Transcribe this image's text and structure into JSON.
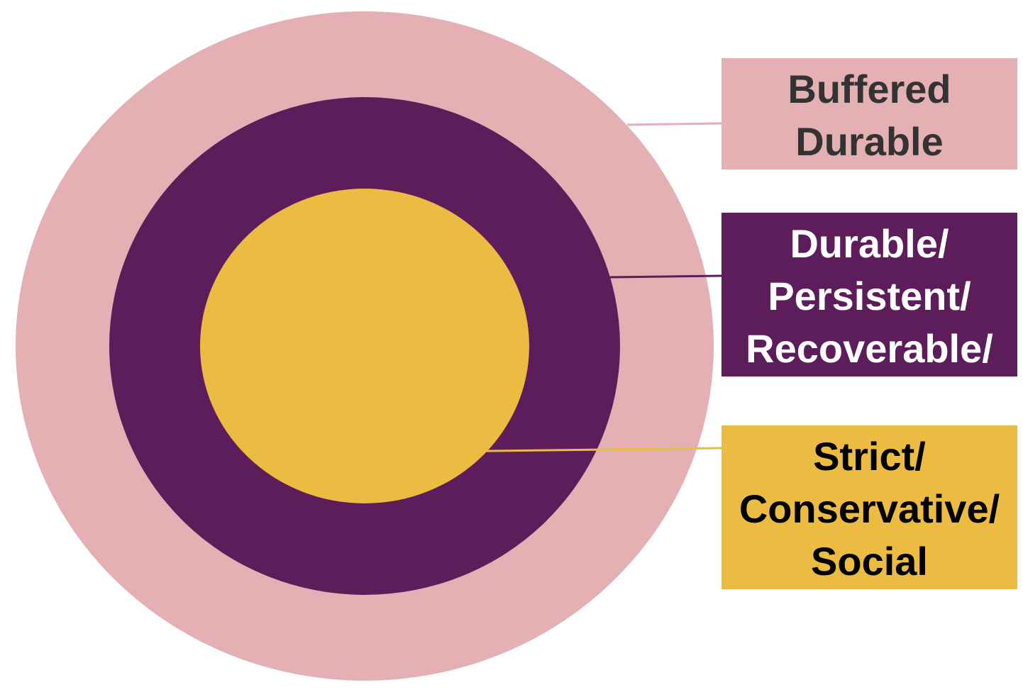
{
  "layers": [
    {
      "id": "outer",
      "label_lines": [
        "Buffered",
        "Durable"
      ],
      "fill": "#e4b0b3",
      "text_color": "#333333"
    },
    {
      "id": "middle",
      "label_lines": [
        "Durable/",
        "Persistent/",
        "Recoverable/"
      ],
      "fill": "#5c1d5a",
      "text_color": "#ffffff"
    },
    {
      "id": "inner",
      "label_lines": [
        "Strict/",
        "Conservative/",
        "Social"
      ],
      "fill": "#ecbb42",
      "text_color": "#000000"
    }
  ]
}
